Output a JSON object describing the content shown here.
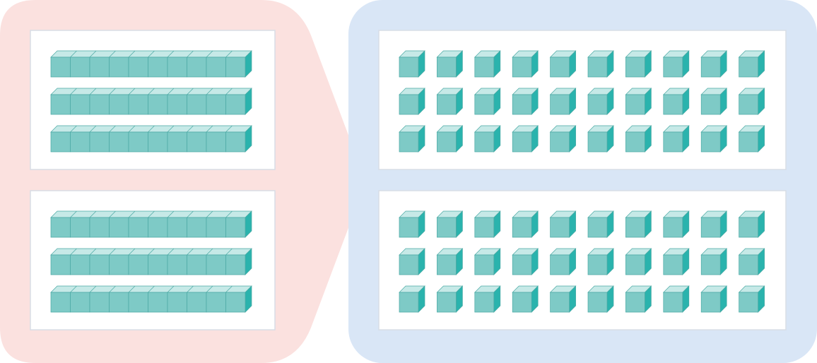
{
  "colors": {
    "left_panel_bg": "#fbe1df",
    "right_panel_bg": "#d9e6f6",
    "card_bg": "#ffffff",
    "card_border": "#d8dde6",
    "cube_front": "#7ecac6",
    "cube_top": "#c6e9e7",
    "cube_side": "#2ab3ad",
    "cube_edge": "#4aa9a4"
  },
  "left_panel": {
    "groups": [
      {
        "rods": 3,
        "cubes_per_rod": 10
      },
      {
        "rods": 3,
        "cubes_per_rod": 10
      }
    ]
  },
  "right_panel": {
    "groups": [
      {
        "rows": 3,
        "cubes_per_row": 10
      },
      {
        "rows": 3,
        "cubes_per_row": 10
      }
    ]
  }
}
